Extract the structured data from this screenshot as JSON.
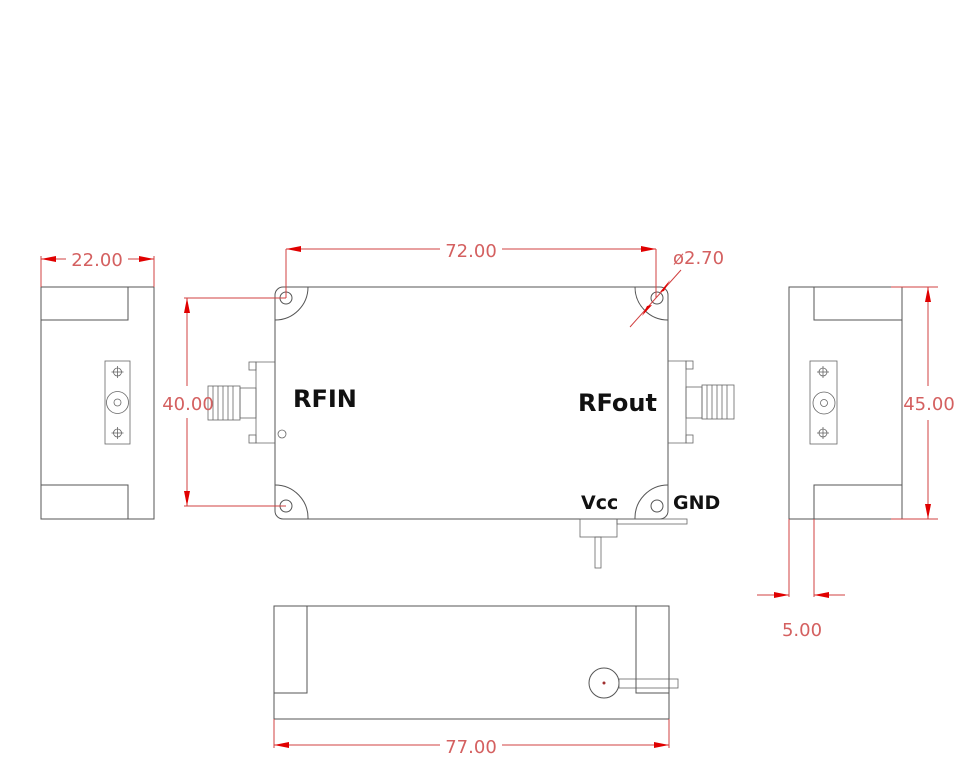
{
  "drawing": {
    "type": "mechanical outline drawing",
    "views": [
      "left-side-view",
      "top-view",
      "right-side-view",
      "front-view"
    ]
  },
  "labels": {
    "rf_in": "RFIN",
    "rf_out": "RFout",
    "vcc": "Vcc",
    "gnd": "GND"
  },
  "dimensions": {
    "side_width": "22.00",
    "hole_spacing_x": "72.00",
    "hole_diameter": "ø2.70",
    "hole_spacing_y": "40.00",
    "height": "45.00",
    "flange_width": "5.00",
    "total_length": "77.00"
  },
  "colors": {
    "outline": "#555555",
    "dimension": "#d04040",
    "dimension_text": "#d46060",
    "arrow": "#e00000",
    "label": "#111111"
  }
}
